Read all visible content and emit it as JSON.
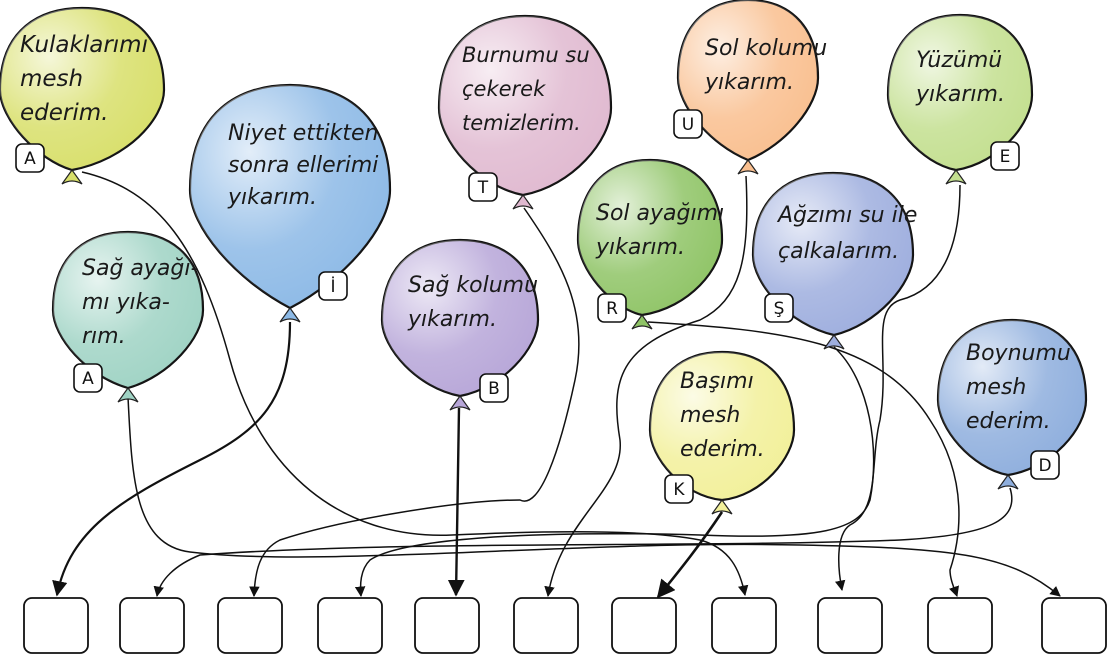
{
  "balloons": [
    {
      "id": "kulaklar",
      "letter": "A",
      "text": [
        "Kulaklarımı",
        "mesh",
        "ederim."
      ],
      "color": "#d8df6a"
    },
    {
      "id": "niyet",
      "letter": "İ",
      "text": [
        "Niyet ettikten",
        "sonra ellerimi",
        "yıkarım."
      ],
      "color": "#8cb9e6"
    },
    {
      "id": "sag-ayak",
      "letter": "A",
      "text": [
        "Sağ ayağı-",
        "mı yıka-",
        "rım."
      ],
      "color": "#9fd3c4"
    },
    {
      "id": "sag-kol",
      "letter": "B",
      "text": [
        "Sağ kolumu",
        "yıkarım."
      ],
      "color": "#b7a6d8"
    },
    {
      "id": "burun",
      "letter": "T",
      "text": [
        "Burnumu su",
        "çekerek",
        "temizlerim."
      ],
      "color": "#e0b9d0"
    },
    {
      "id": "sol-kol",
      "letter": "U",
      "text": [
        "Sol kolumu",
        "yıkarım."
      ],
      "color": "#f9bf8f"
    },
    {
      "id": "sol-ayak",
      "letter": "R",
      "text": [
        "Sol ayağımı",
        "yıkarım."
      ],
      "color": "#8fc466"
    },
    {
      "id": "agiz",
      "letter": "Ş",
      "text": [
        "Ağzımı su ile",
        "çalkalarım."
      ],
      "color": "#9eaede"
    },
    {
      "id": "yuz",
      "letter": "E",
      "text": [
        "Yüzümü",
        "yıkarım."
      ],
      "color": "#c3df8f"
    },
    {
      "id": "bas",
      "letter": "K",
      "text": [
        "Başımı",
        "mesh",
        "ederim."
      ],
      "color": "#f2f09a"
    },
    {
      "id": "boyun",
      "letter": "D",
      "text": [
        "Boynumu",
        "mesh",
        "ederim."
      ],
      "color": "#8eaedd"
    }
  ],
  "answer_boxes": [
    "",
    "",
    "",
    "",
    "",
    "",
    "",
    "",
    "",
    "",
    ""
  ]
}
